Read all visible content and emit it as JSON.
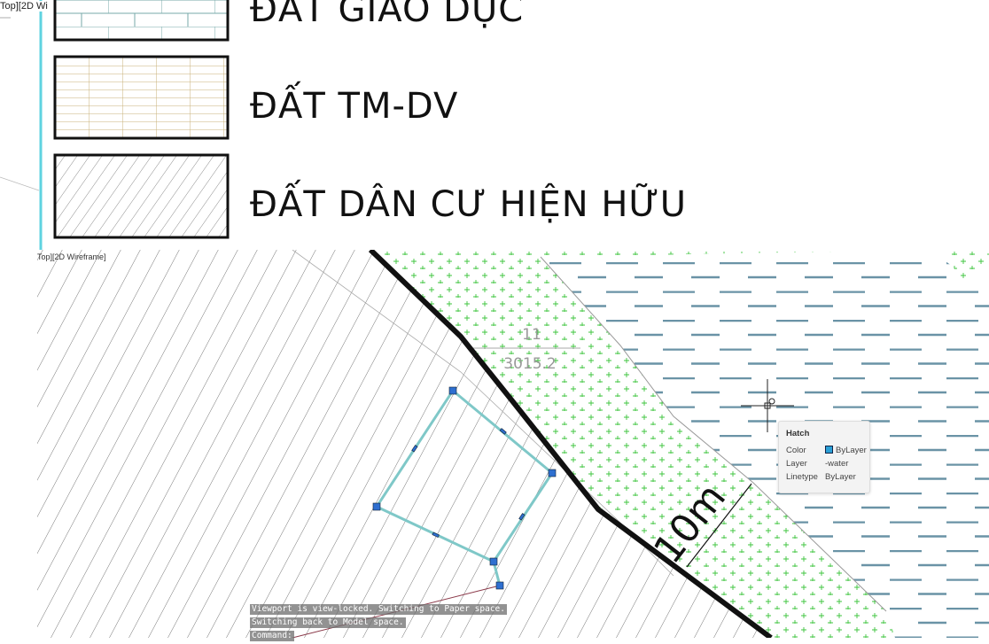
{
  "legend": {
    "items": [
      {
        "label": "ĐẤT GIÁO DỤC",
        "pattern": "brick"
      },
      {
        "label": "ĐẤT TM-DV",
        "pattern": "grid"
      },
      {
        "label": "ĐẤT DÂN CƯ HIỆN HỮU",
        "pattern": "diagonal"
      }
    ],
    "viewport_label": "Top][2D Wi"
  },
  "viewport": {
    "label": "Top][2D Wireframe]",
    "parcel_number": "11",
    "parcel_area": "3015.2",
    "dimension": "10m"
  },
  "tooltip": {
    "title": "Hatch",
    "rows": [
      {
        "key": "Color",
        "value": "ByLayer",
        "swatch": "#2a9fd6"
      },
      {
        "key": "Layer",
        "value": "-water"
      },
      {
        "key": "Linetype",
        "value": "ByLayer"
      }
    ]
  },
  "command_line": [
    "Viewport is view-locked. Switching to Paper space.",
    "Switching back to Model space.",
    "Command:"
  ],
  "colors": {
    "accent_cyan": "#5fd3e0",
    "selection": "#7fc8c8",
    "grip": "#2e6fd0",
    "water_dash": "#6a93a6",
    "plus": "#3cc43c"
  }
}
